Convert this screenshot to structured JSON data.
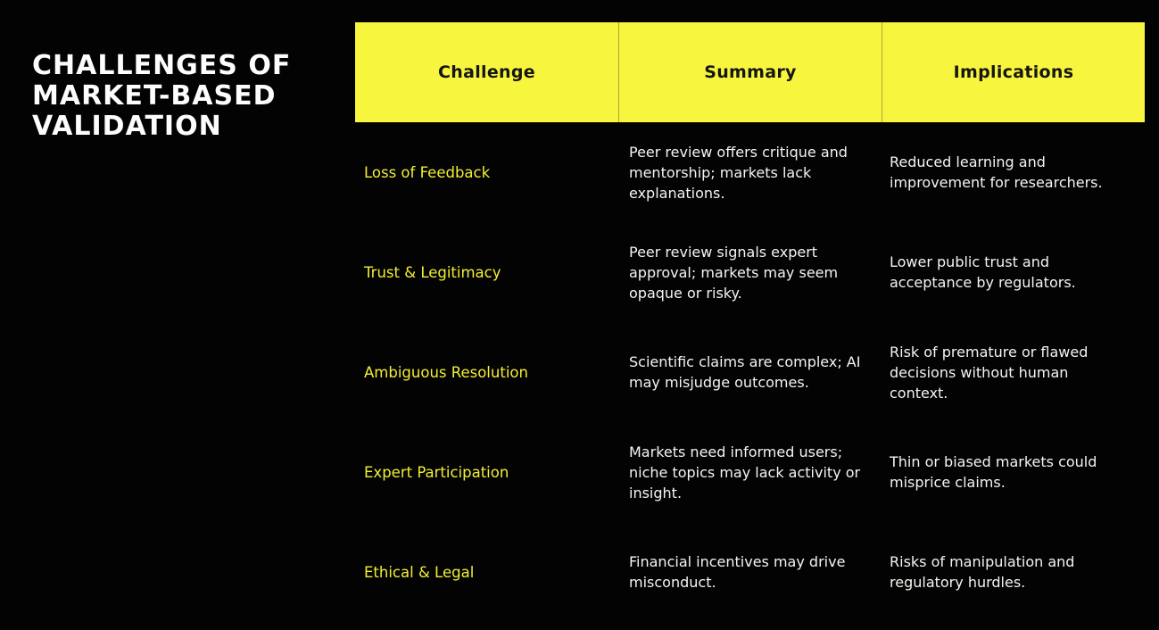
{
  "title": "CHALLENGES OF\nMARKET-BASED\nVALIDATION",
  "colors": {
    "background": "#030303",
    "accent_yellow": "#f7f53e",
    "challenge_text_yellow": "#f2ef33",
    "body_text": "#f5f4f0",
    "header_text": "#151513",
    "header_divider": "#a9a92c"
  },
  "table": {
    "headers": [
      "Challenge",
      "Summary",
      "Implications"
    ],
    "rows": [
      {
        "challenge": "Loss of Feedback",
        "summary": "Peer review offers critique and\nmentorship; markets lack\nexplanations.",
        "implications": "Reduced learning and\nimprovement for researchers."
      },
      {
        "challenge": "Trust & Legitimacy",
        "summary": "Peer review signals expert\napproval; markets may seem\nopaque or risky.",
        "implications": "Lower public trust and\nacceptance by regulators."
      },
      {
        "challenge": "Ambiguous Resolution",
        "summary": "Scientific claims are complex; AI\nmay misjudge outcomes.",
        "implications": "Risk of premature or flawed\ndecisions without human\ncontext."
      },
      {
        "challenge": "Expert Participation",
        "summary": "Markets need informed users;\nniche topics may lack activity or\ninsight.",
        "implications": "Thin or biased markets could\nmisprice claims."
      },
      {
        "challenge": "Ethical & Legal",
        "summary": "Financial incentives may drive\nmisconduct.",
        "implications": "Risks of manipulation and\nregulatory hurdles."
      }
    ]
  }
}
